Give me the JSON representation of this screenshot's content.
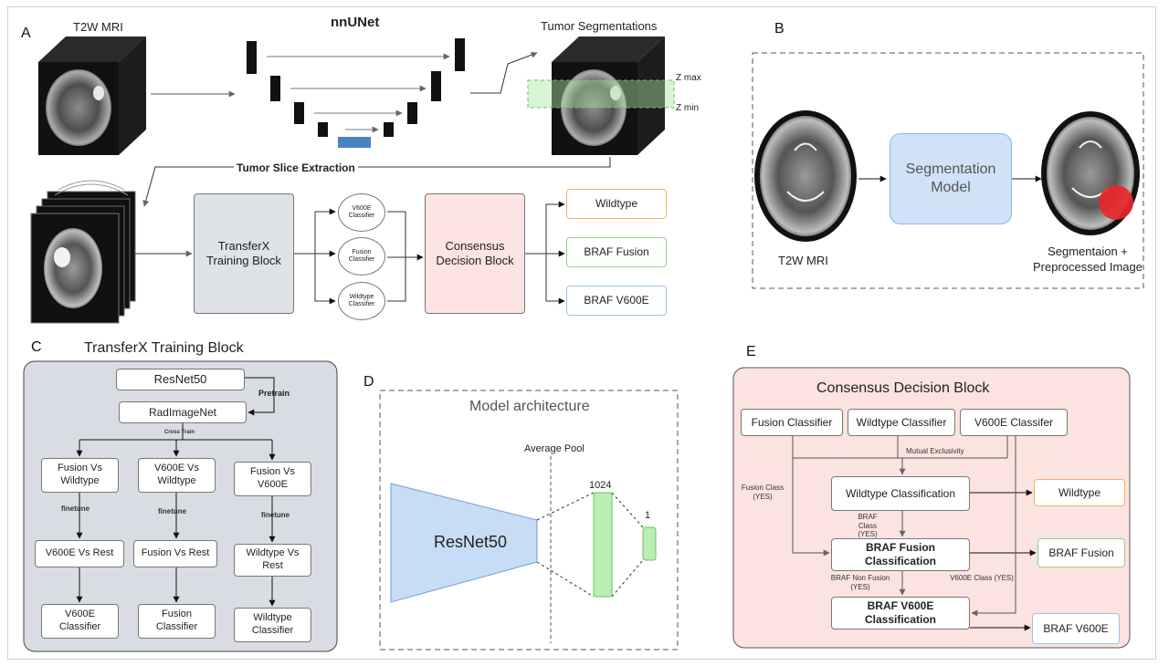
{
  "panel_a": {
    "letter": "A",
    "t2w_label": "T2W MRI",
    "network_title": "nnUNet",
    "segmentations_label": "Tumor Segmentations",
    "z_max": "Z max",
    "z_min": "Z min",
    "slice_extraction": "Tumor Slice Extraction",
    "training_block": "TransferX Training Block",
    "classifiers": [
      "V600E Classifier",
      "Fusion Classifier",
      "Wildtype Classifier"
    ],
    "consensus_block": "Consensus Decision Block",
    "outputs": [
      "Wildtype",
      "BRAF Fusion",
      "BRAF V600E"
    ]
  },
  "panel_b": {
    "letter": "B",
    "model_label": "Segmentation Model",
    "input_label": "T2W MRI",
    "output_label": "Segmentaion + Preprocessed Image"
  },
  "panel_c": {
    "letter": "C",
    "title": "TransferX Training Block",
    "resnet": "ResNet50",
    "radimagenet": "RadImageNet",
    "pretrain": "Pretrain",
    "cross_train": "Cross Train",
    "pairs": [
      "Fusion Vs Wildtype",
      "V600E Vs Wildtype",
      "Fusion Vs V600E"
    ],
    "finetune": "finetune",
    "rest": [
      "V600E Vs Rest",
      "Fusion Vs Rest",
      "Wildtype Vs Rest"
    ],
    "classifiers": [
      "V600E Classifier",
      "Fusion Classifier",
      "Wildtype Classifier"
    ]
  },
  "panel_d": {
    "letter": "D",
    "title": "Model architecture",
    "backbone": "ResNet50",
    "pool_label": "Average Pool",
    "fc1": "1024",
    "fc2": "1"
  },
  "panel_e": {
    "letter": "E",
    "title": "Consensus Decision Block",
    "inputs": [
      "Fusion Classifier",
      "Wildtype Classifier",
      "V600E Classifer"
    ],
    "mutual": "Mutual Exclusivity",
    "fusion_yes": "Fusion Class (YES)",
    "wildtype_cls": "Wildtype Classification",
    "braf_class_yes": "BRAF Class (YES)",
    "fusion_cls": "BRAF Fusion Classification",
    "non_fusion_yes": "BRAF Non Fusion (YES)",
    "v600e_class_yes": "V600E Class (YES)",
    "v600e_cls": "BRAF V600E Classification",
    "outputs": [
      "Wildtype",
      "BRAF Fusion",
      "BRAF V600E"
    ]
  },
  "colors": {
    "orange": "#f0b266",
    "green": "#92d08a",
    "blue": "#9cc2e8",
    "gray_panel": "#d9dde3",
    "pink_panel": "#fbe3e0",
    "seg_blue": "#cfe2f8",
    "train_gray": "#dfe3e8",
    "consensus_pink": "#fbe4e1",
    "fc_green": "#b9efb3",
    "resnet_blue": "#c7dcf5"
  }
}
